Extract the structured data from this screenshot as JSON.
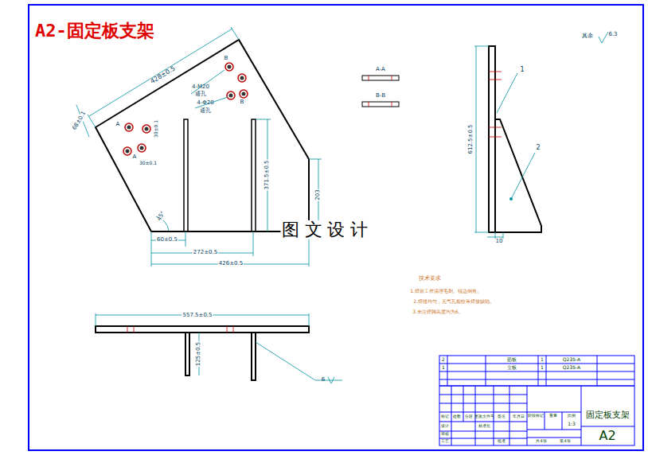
{
  "diagram": {
    "title": "A2-固定板支架",
    "labels": [
      "428±0.5",
      "68±0.1",
      "4-M20",
      "通孔",
      "4-Φ20",
      "通孔",
      "B",
      "B",
      "A",
      "A",
      "30±0.1",
      "30±0.1",
      "45°",
      "60±0.5",
      "272±0.5",
      "426±0.5",
      "371.5±0.5",
      "203",
      "A-A",
      "B-B",
      "612.5±0.5",
      "1",
      "2",
      "10",
      "其余",
      "6.3",
      "557.5±0.5",
      "125±0.5",
      "6",
      "技术要求",
      "1.焊前工作清理毛刺。锐边倒角。",
      "2.焊缝均匀，无气孔裂纹等焊接缺陷。",
      "3.未注焊脚高度均为6。",
      "图 文 设 计",
      "2",
      "筋板",
      "1",
      "Q235-A",
      "1",
      "立板",
      "1",
      "Q235-A",
      "标记",
      "处数",
      "分区",
      "更改文件号",
      "签名",
      "年月日",
      "设计",
      "标准化",
      "审核",
      "工艺",
      "批准",
      "阶段标记",
      "重量",
      "比例",
      "1:3",
      "共4张",
      "第4张",
      "固定板支架",
      "A2"
    ]
  }
}
